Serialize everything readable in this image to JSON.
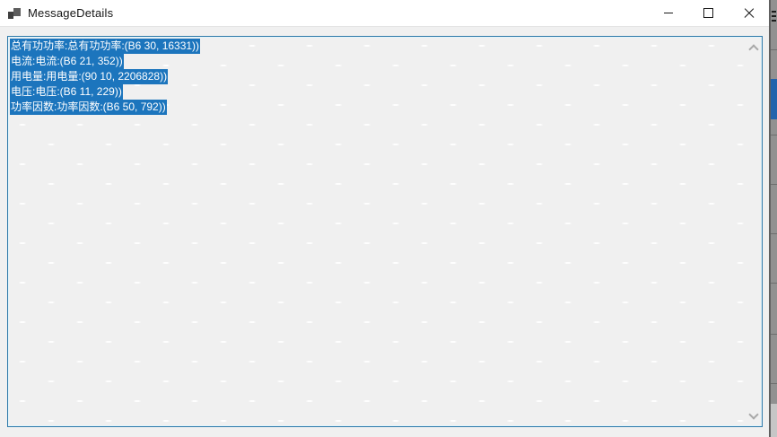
{
  "window": {
    "title": "MessageDetails"
  },
  "messages": [
    "总有功功率:总有功功率:(B6 30, 16331))",
    "电流:电流:(B6 21, 352))",
    "用电量:用电量:(90 10, 2206828))",
    "电压:电压:(B6 11, 229))",
    "功率因数:功率因数:(B6 50, 792))"
  ],
  "icons": {
    "app": "app-window-icon",
    "minimize": "minimize-icon",
    "maximize": "maximize-icon",
    "close": "close-icon",
    "scroll_up": "chevron-up-icon",
    "scroll_down": "chevron-down-icon"
  },
  "colors": {
    "selection": "#1c75bd",
    "selection_text": "#ffffff",
    "textbox_border": "#2e79a9",
    "titlebar_bg": "#ffffff",
    "window_bg": "#f0f0f0",
    "background_window_accent": "#2263ac"
  }
}
